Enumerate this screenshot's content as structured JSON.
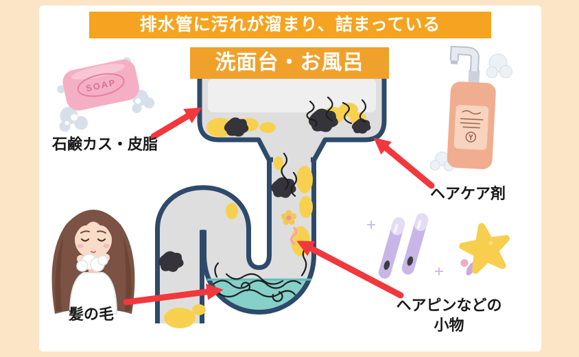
{
  "header": {
    "title": "排水管に汚れが溜まり、詰まっている"
  },
  "subtitle": {
    "label": "洗面台・お風呂"
  },
  "labels": {
    "soap_scum": "石鹸カス・皮脂",
    "hair_care": "ヘアケア剤",
    "hair": "髪の毛",
    "small_items_line1": "ヘアピンなどの",
    "small_items_line2": "小物"
  },
  "illustrations": {
    "soap_text": "SOAP"
  },
  "colors": {
    "page_background": "#FCE5C6",
    "content_background": "#FFFFFF",
    "banner_orange": "#F5A320",
    "subtitle_orange": "#F0A12B",
    "arrow_red": "#F2383C",
    "pipe_outline": "#2E4A6B",
    "pipe_fill": "#DEDEDE",
    "water_teal": "#85D0C8",
    "gunk_yellow": "#F7D14E"
  }
}
